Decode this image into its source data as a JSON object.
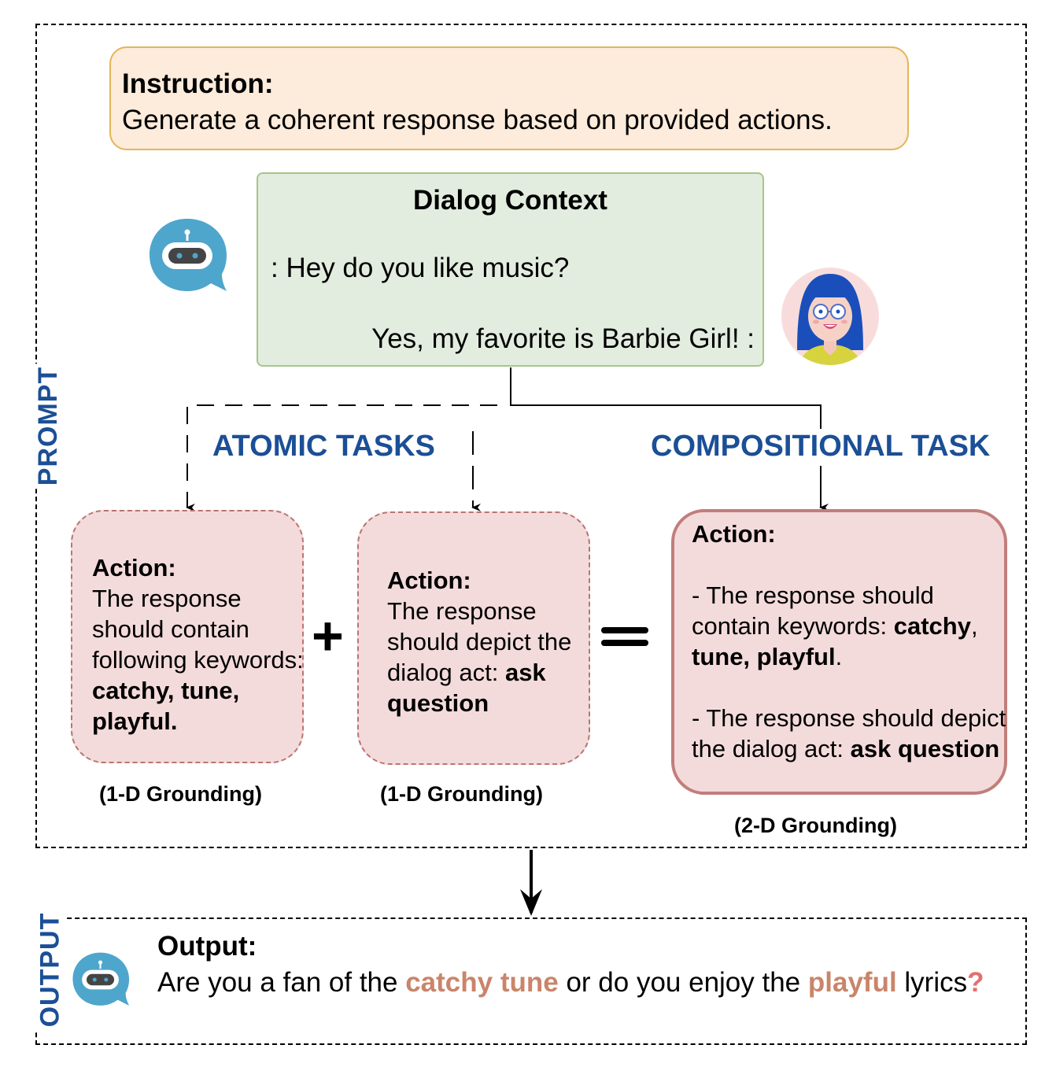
{
  "prompt_label": "PROMPT",
  "output_label": "OUTPUT",
  "instruction": {
    "title": "Instruction:",
    "text": "Generate a coherent response based on provided actions."
  },
  "dialog": {
    "title": "Dialog Context",
    "bot_turn": ": Hey do you like music?",
    "user_turn": "Yes, my favorite is Barbie Girl! :"
  },
  "sections": {
    "atomic": "ATOMIC TASKS",
    "compositional": "COMPOSITIONAL TASK"
  },
  "atomic_tasks": [
    {
      "action_label": "Action:",
      "text": "The response should contain following keywords:",
      "bold": "catchy, tune, playful.",
      "grounding": "(1-D Grounding)"
    },
    {
      "action_label": "Action:",
      "text": "The response should depict the dialog act:",
      "bold": "ask question",
      "grounding": "(1-D Grounding)"
    }
  ],
  "operators": {
    "plus": "+",
    "equals": "="
  },
  "compositional_task": {
    "action_label": "Action:",
    "item1_text": "- The response should contain keywords:",
    "item1_bold_a": "catchy",
    "item1_sep": ",",
    "item1_bold_b": "tune, playful",
    "item1_end": ".",
    "item2_text": "- The response should depict the dialog act:",
    "item2_bold": "ask question",
    "grounding": "(2-D Grounding)"
  },
  "output": {
    "title": "Output:",
    "part1": "Are you a fan of the ",
    "kw1": "catchy tune",
    "part2": " or do you enjoy the ",
    "kw2": "playful",
    "part3": " lyrics",
    "qmark": "?"
  },
  "icons": {
    "bot": "robot-chat-bubble-icon",
    "user": "girl-avatar-icon"
  },
  "colors": {
    "label_blue": "#1b4f96",
    "keyword": "#c9856a",
    "question_mark": "#e46f6f",
    "instruction_bg": "#fdebdb",
    "instruction_border": "#e2b659",
    "dialog_bg": "#e3eddf",
    "dialog_border": "#a6c58a",
    "action_bg": "#f4dbdb",
    "action_border": "#c17e7c",
    "bot_blue": "#4ea6cc"
  }
}
